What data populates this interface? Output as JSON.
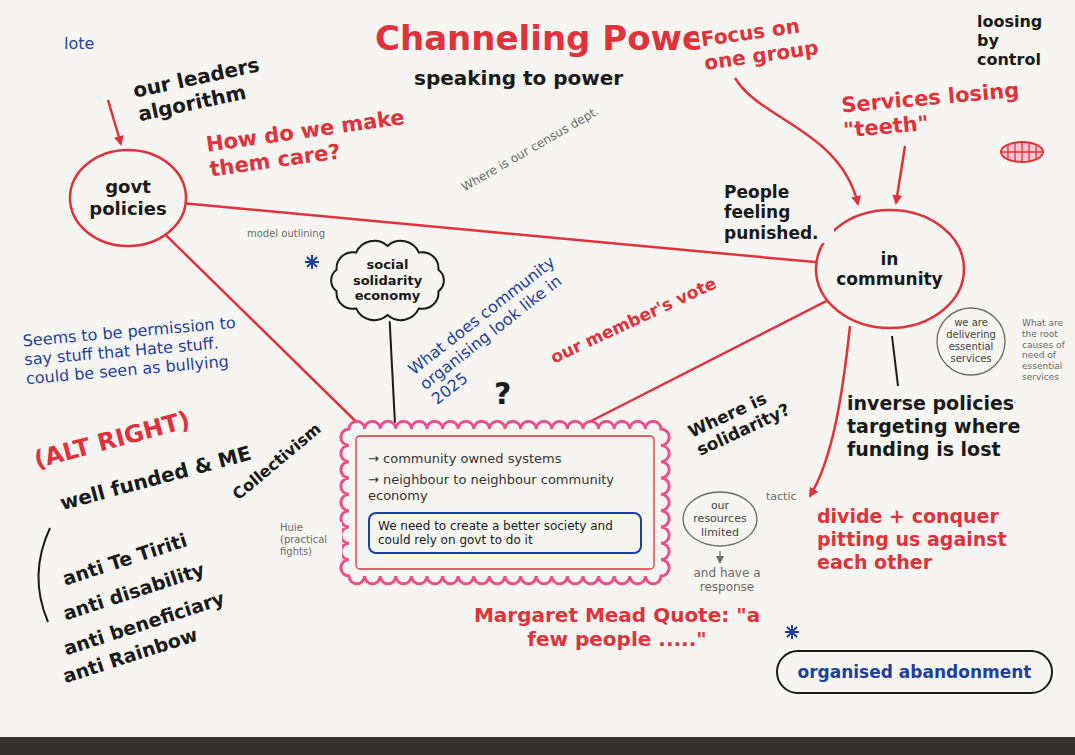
{
  "diagram": {
    "title": "Channeling Power",
    "nodes": [
      {
        "text": [
          "govt policies"
        ]
      },
      {
        "text": [
          "social solidarity economy"
        ]
      },
      {
        "text": [
          "→ community owned systems",
          "→ neighbour to neighbour community economy"
        ]
      },
      {
        "text": [
          "We need to create a better society and could rely on govt to do it"
        ],
        "in": 2
      },
      {
        "text": [
          "our resources limited"
        ]
      },
      {
        "text": [
          "in community"
        ]
      },
      {
        "text": [
          "we are delivering essential services"
        ]
      },
      {
        "text": [
          "organised abandonment"
        ]
      }
    ],
    "edges": [
      {
        "from": 0,
        "to": 5,
        "arrow": "none"
      },
      {
        "from": 0,
        "to": 2,
        "arrow": "none"
      },
      {
        "from": 5,
        "to": 2,
        "arrow": "none"
      },
      {
        "from": 1,
        "to": 2,
        "arrow": "none"
      }
    ],
    "labels": [
      "lote",
      "speaking to power",
      "our leaders algorithm",
      "How do we make them care?",
      "model outlining",
      "Where is our census dept.",
      "What does community organising look like in 2025",
      "our member's vote",
      "Where is solidarity?",
      "?",
      "People feeling punished.",
      "Focus on one group",
      "Services losing \"teeth\"",
      "loosing by control",
      "What are the root causes of need of essential services",
      "inverse policies targeting where funding is lost",
      "tactic",
      "divide + conquer pitting us against each other",
      "Seems to be permission to say stuff that Hate stuff. could be seen as bullying",
      "Collectivism",
      "Huie (practical fights)",
      "(ALT RIGHT)",
      "well funded & ME",
      "anti Te Tiriti",
      "anti disability",
      "anti beneficiary",
      "anti Rainbow",
      "and have a response",
      "Margaret Mead Quote: \"a few people .....\""
    ]
  }
}
